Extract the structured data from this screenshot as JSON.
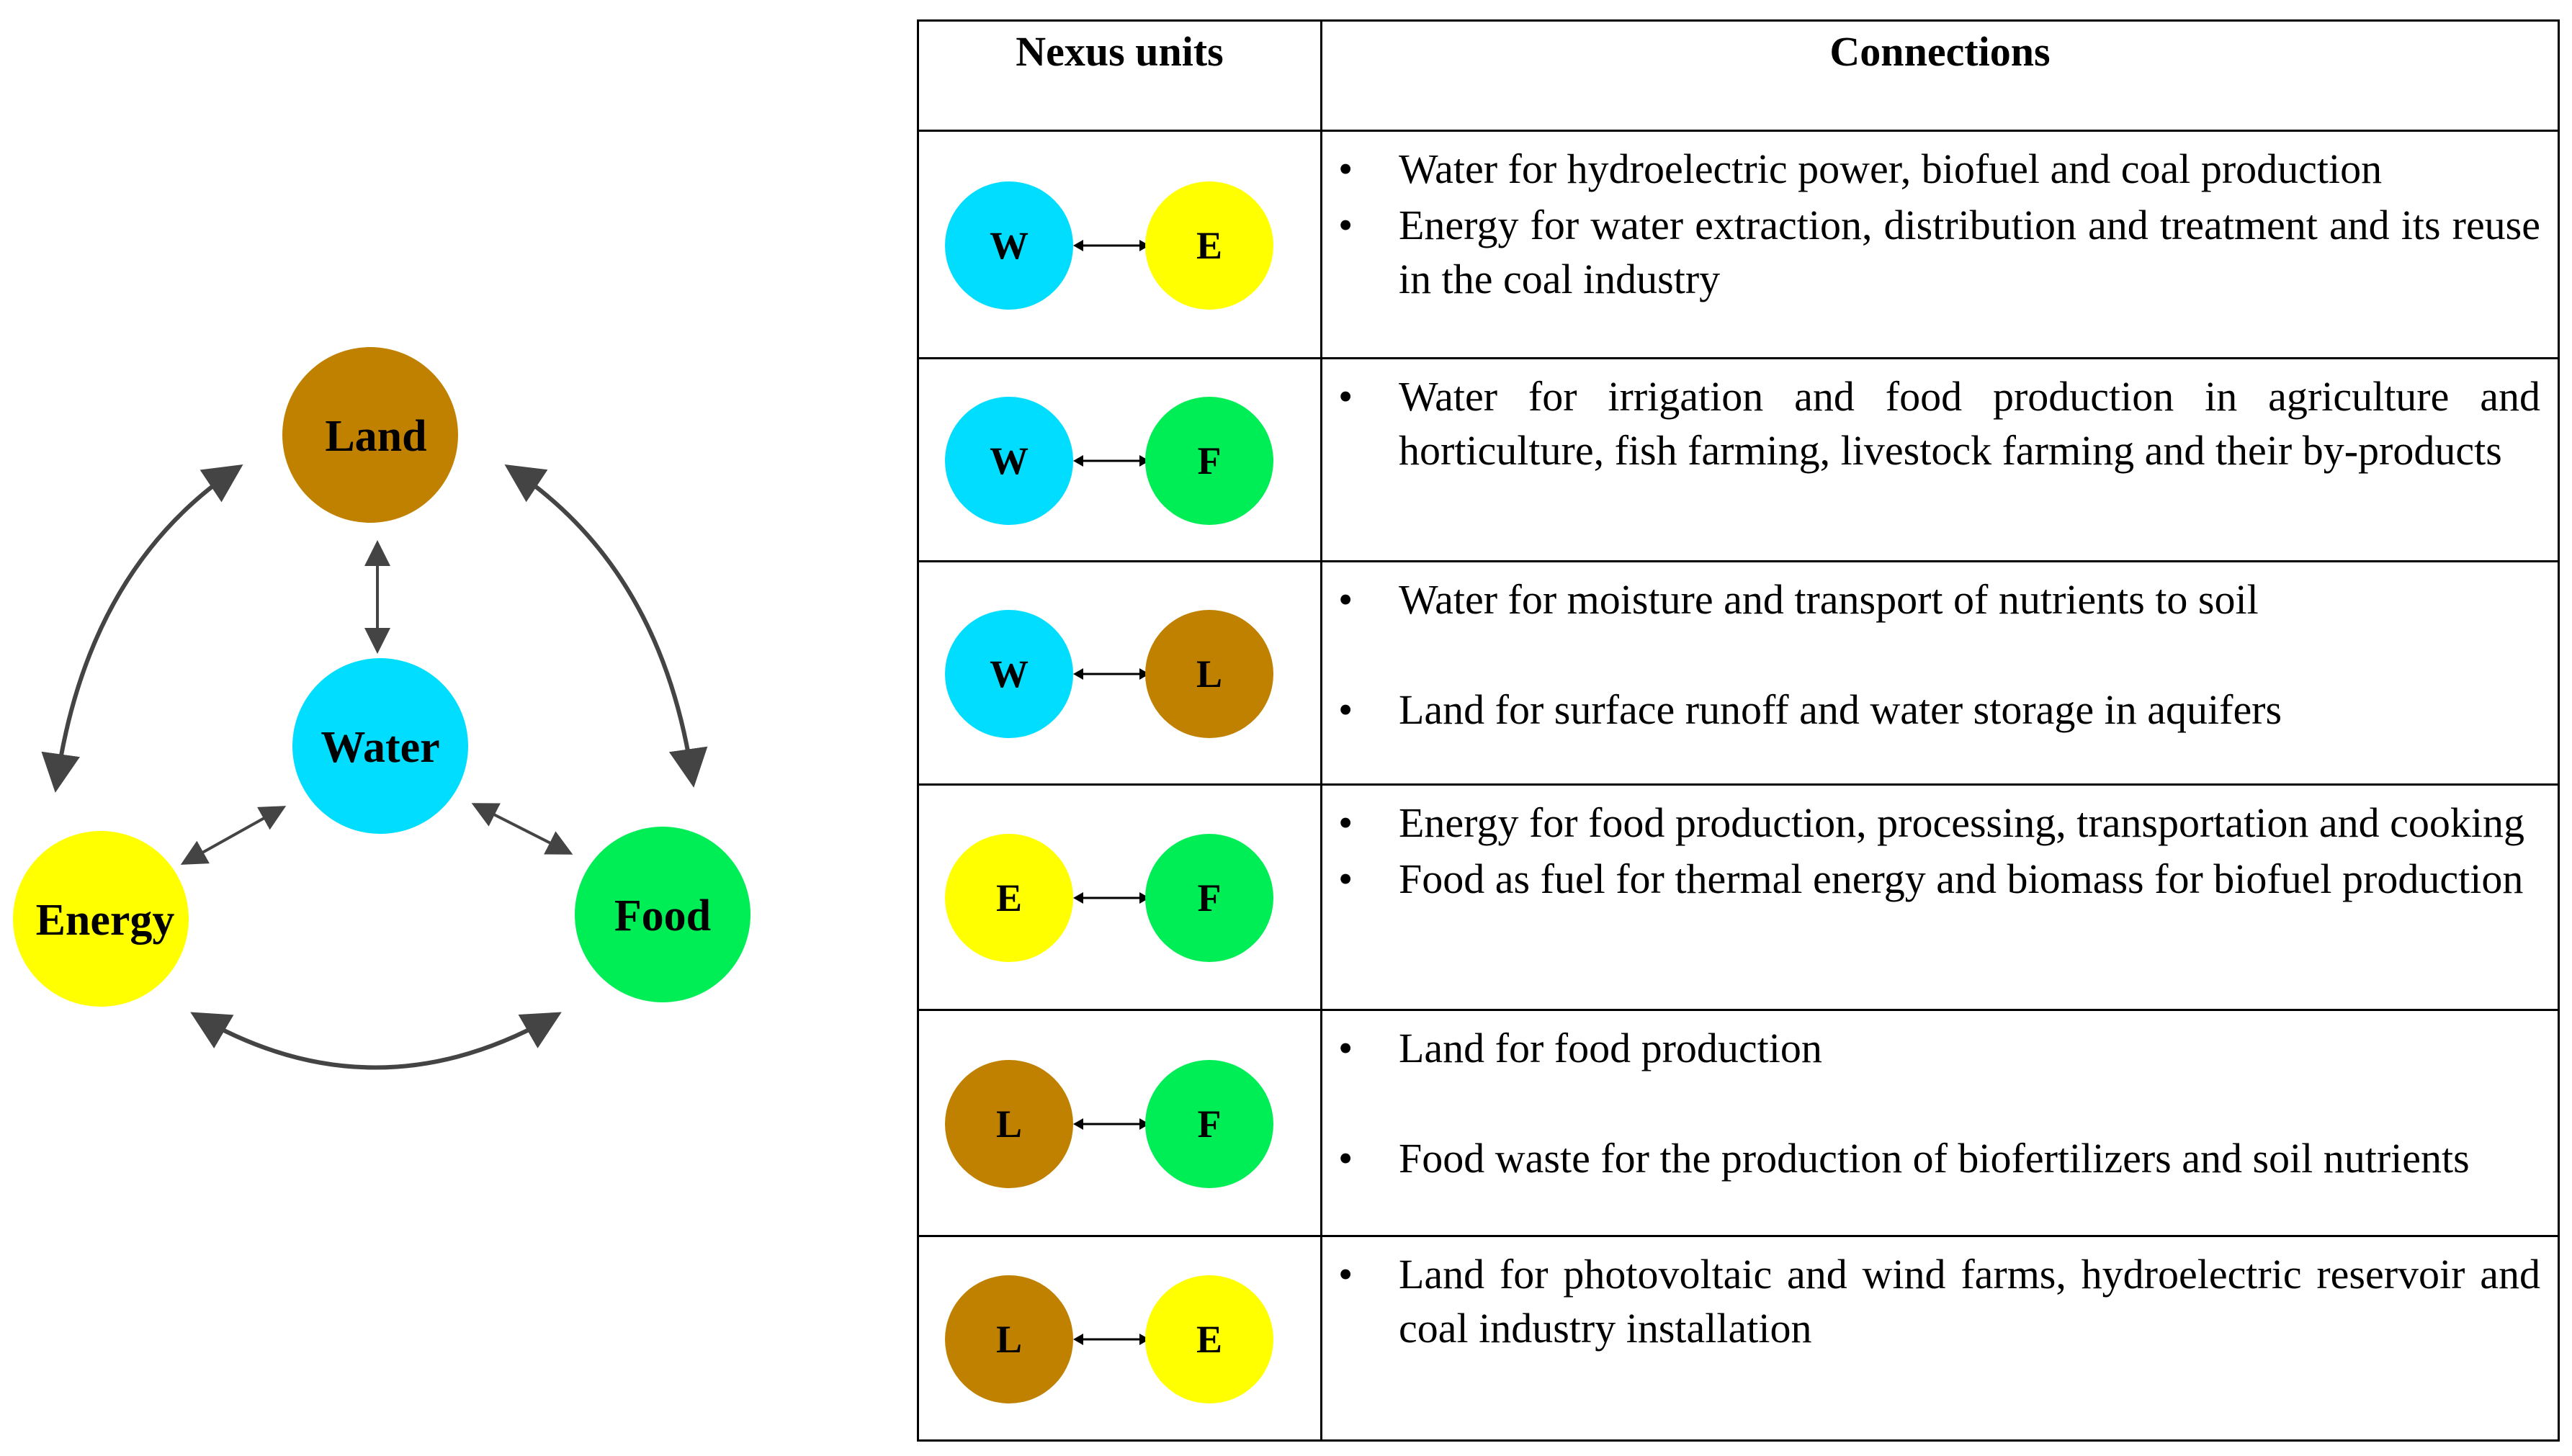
{
  "diagram": {
    "nodes": {
      "land": {
        "label": "Land",
        "color": "#C08000"
      },
      "water": {
        "label": "Water",
        "color": "#00DDFF"
      },
      "energy": {
        "label": "Energy",
        "color": "#FFFF00"
      },
      "food": {
        "label": "Food",
        "color": "#00EE55"
      }
    }
  },
  "table": {
    "headers": {
      "units": "Nexus units",
      "connections": "Connections"
    },
    "rows": [
      {
        "left": "W",
        "right": "E",
        "left_color": "#00DDFF",
        "right_color": "#FFFF00",
        "bullets": [
          "Water for hydroelectric power, biofuel and coal production",
          "Energy for water extraction, distribution and treatment and its reuse in the coal industry"
        ]
      },
      {
        "left": "W",
        "right": "F",
        "left_color": "#00DDFF",
        "right_color": "#00EE55",
        "bullets": [
          "Water for irrigation and food production in agriculture and horticulture, fish farming, livestock farming and their by-products"
        ]
      },
      {
        "left": "W",
        "right": "L",
        "left_color": "#00DDFF",
        "right_color": "#C08000",
        "bullets": [
          "Water for moisture and transport of nutrients to soil",
          "Land for surface runoff and water storage in aquifers"
        ]
      },
      {
        "left": "E",
        "right": "F",
        "left_color": "#FFFF00",
        "right_color": "#00EE55",
        "bullets": [
          "Energy for food production, processing, transportation and cooking",
          "Food as fuel for thermal energy and biomass for biofuel production"
        ]
      },
      {
        "left": "L",
        "right": "F",
        "left_color": "#C08000",
        "right_color": "#00EE55",
        "bullets": [
          "Land for food production",
          "Food waste for the production of biofertilizers and soil nutrients"
        ]
      },
      {
        "left": "L",
        "right": "E",
        "left_color": "#C08000",
        "right_color": "#FFFF00",
        "bullets": [
          "Land for photovoltaic and wind farms, hydroelectric reservoir and coal industry installation"
        ]
      }
    ]
  }
}
